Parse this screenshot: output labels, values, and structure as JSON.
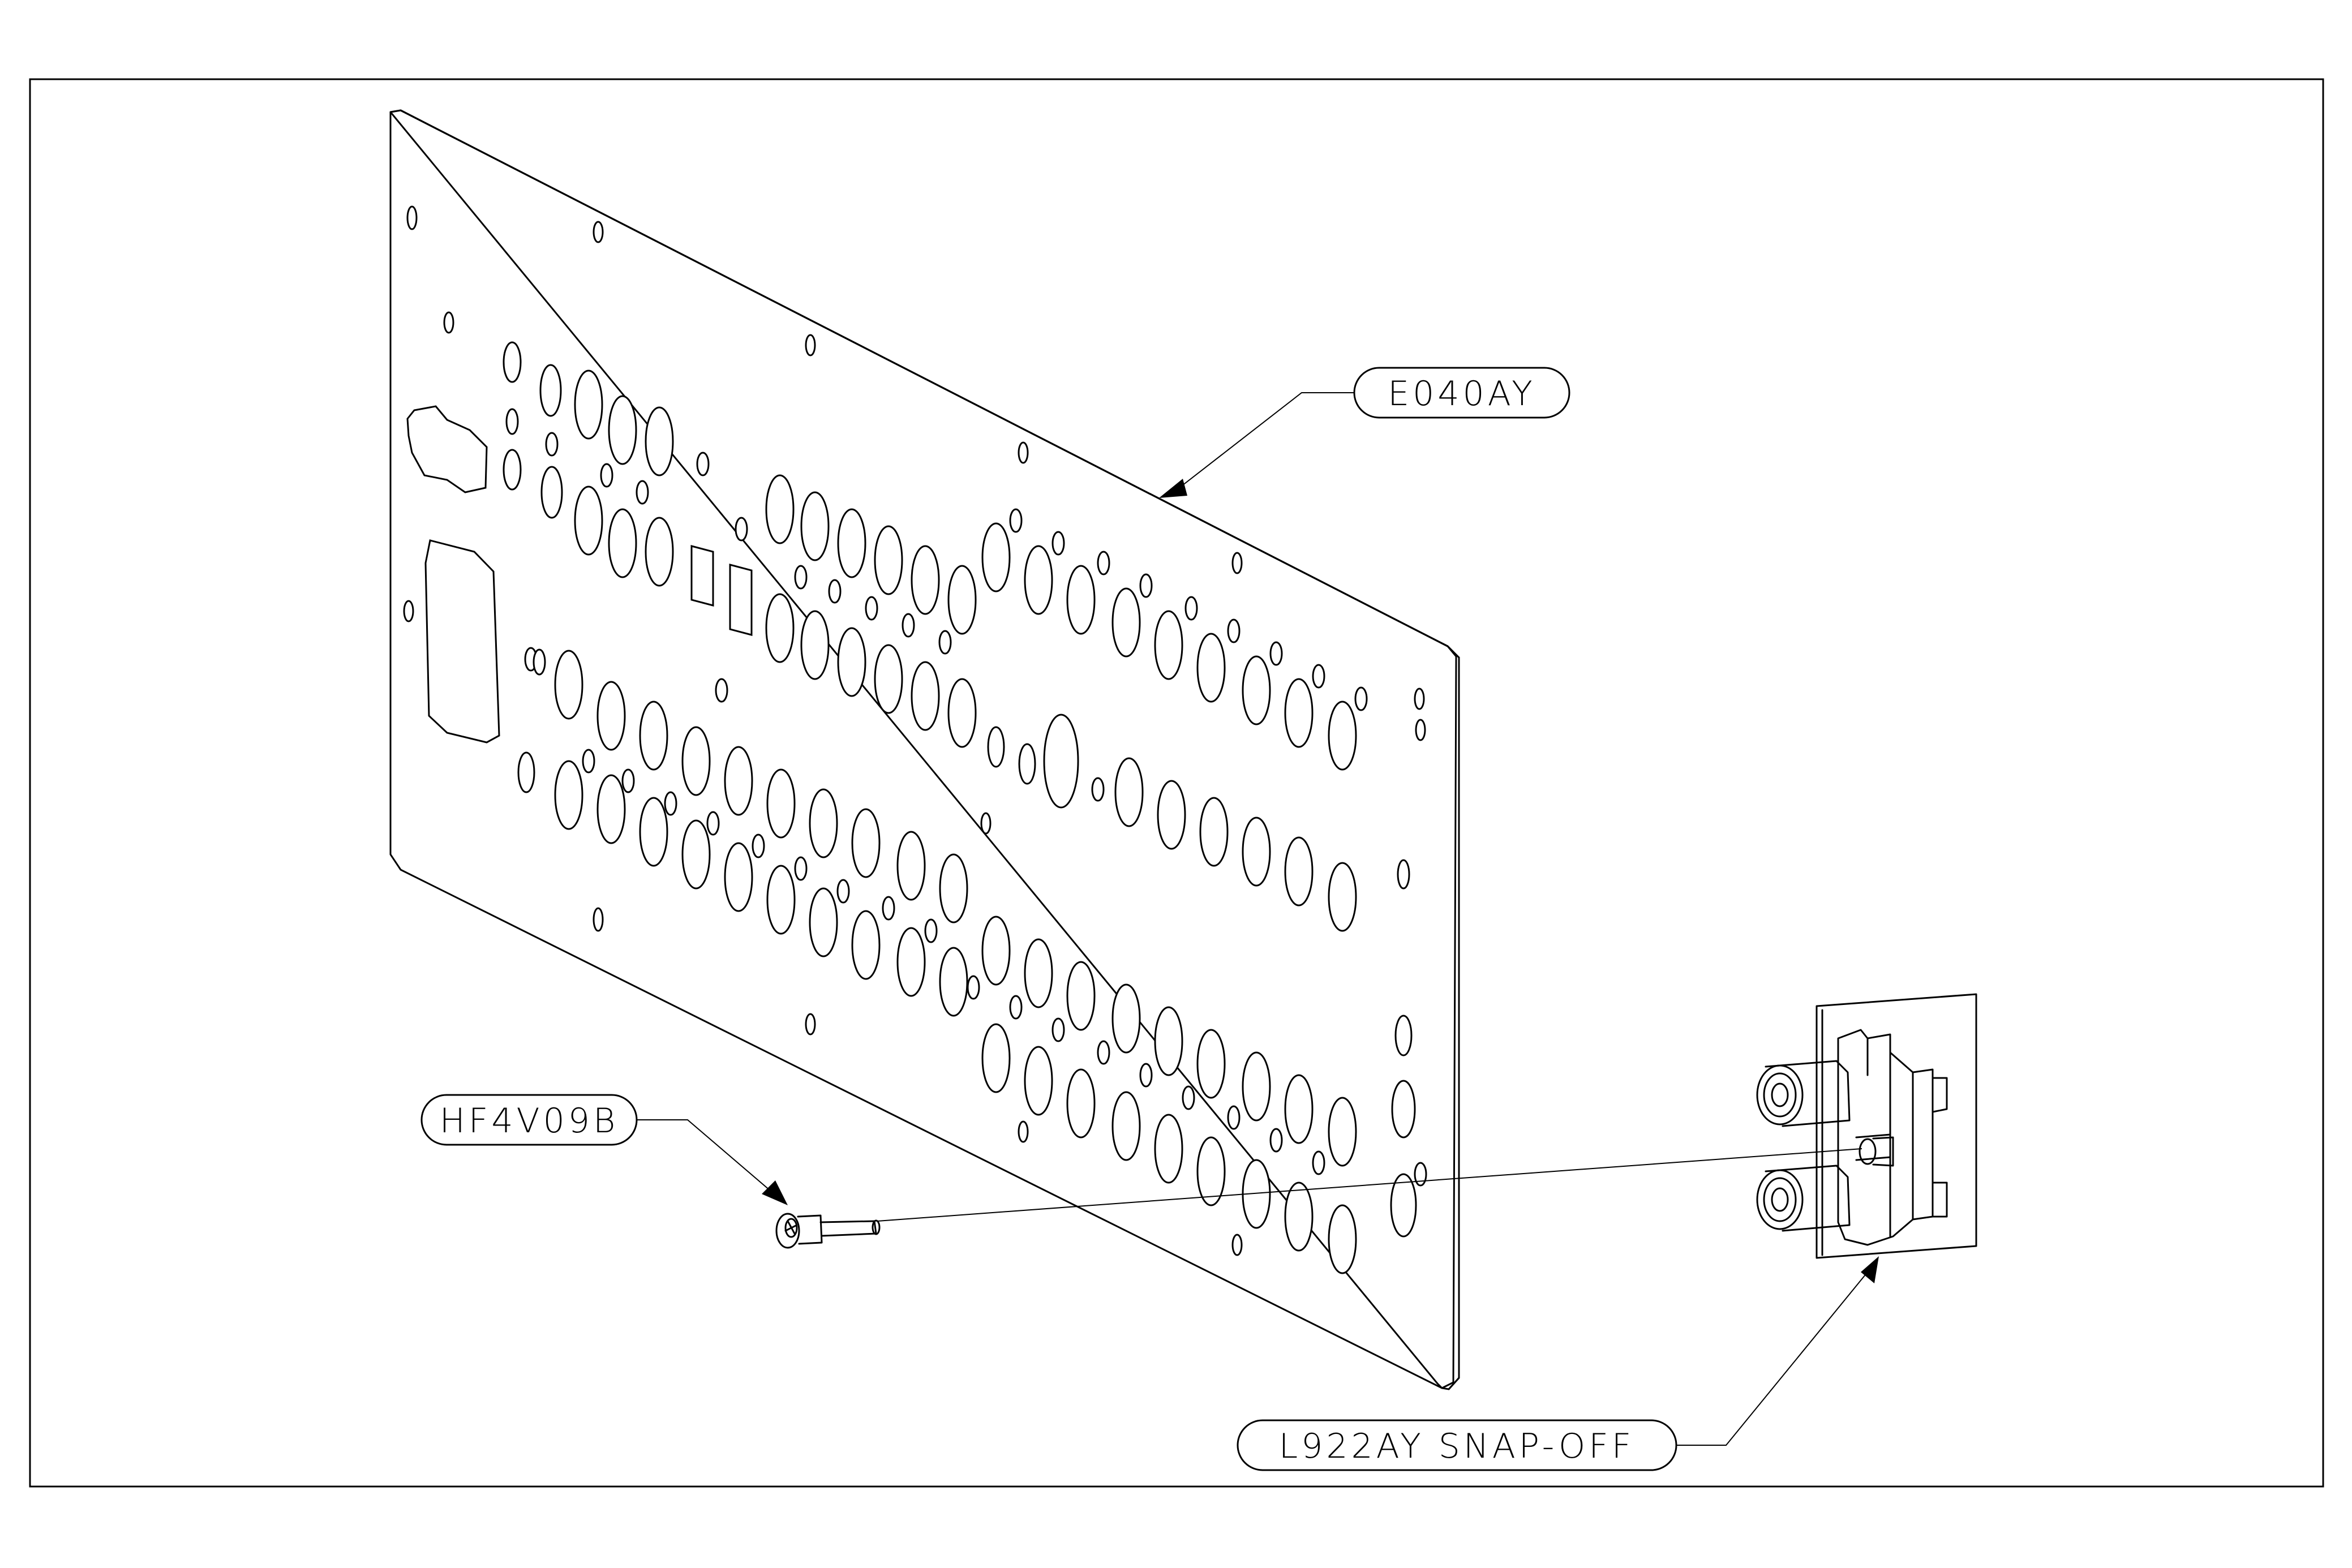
{
  "callouts": {
    "panel": {
      "label": "E040AY",
      "target": "panel"
    },
    "screw": {
      "label": "HF4V09B",
      "target": "screw"
    },
    "jack": {
      "label": "L922AY SNAP-OFF",
      "target": "rca-jack-module"
    }
  },
  "colors": {
    "line": "#000000",
    "background": "#ffffff"
  }
}
